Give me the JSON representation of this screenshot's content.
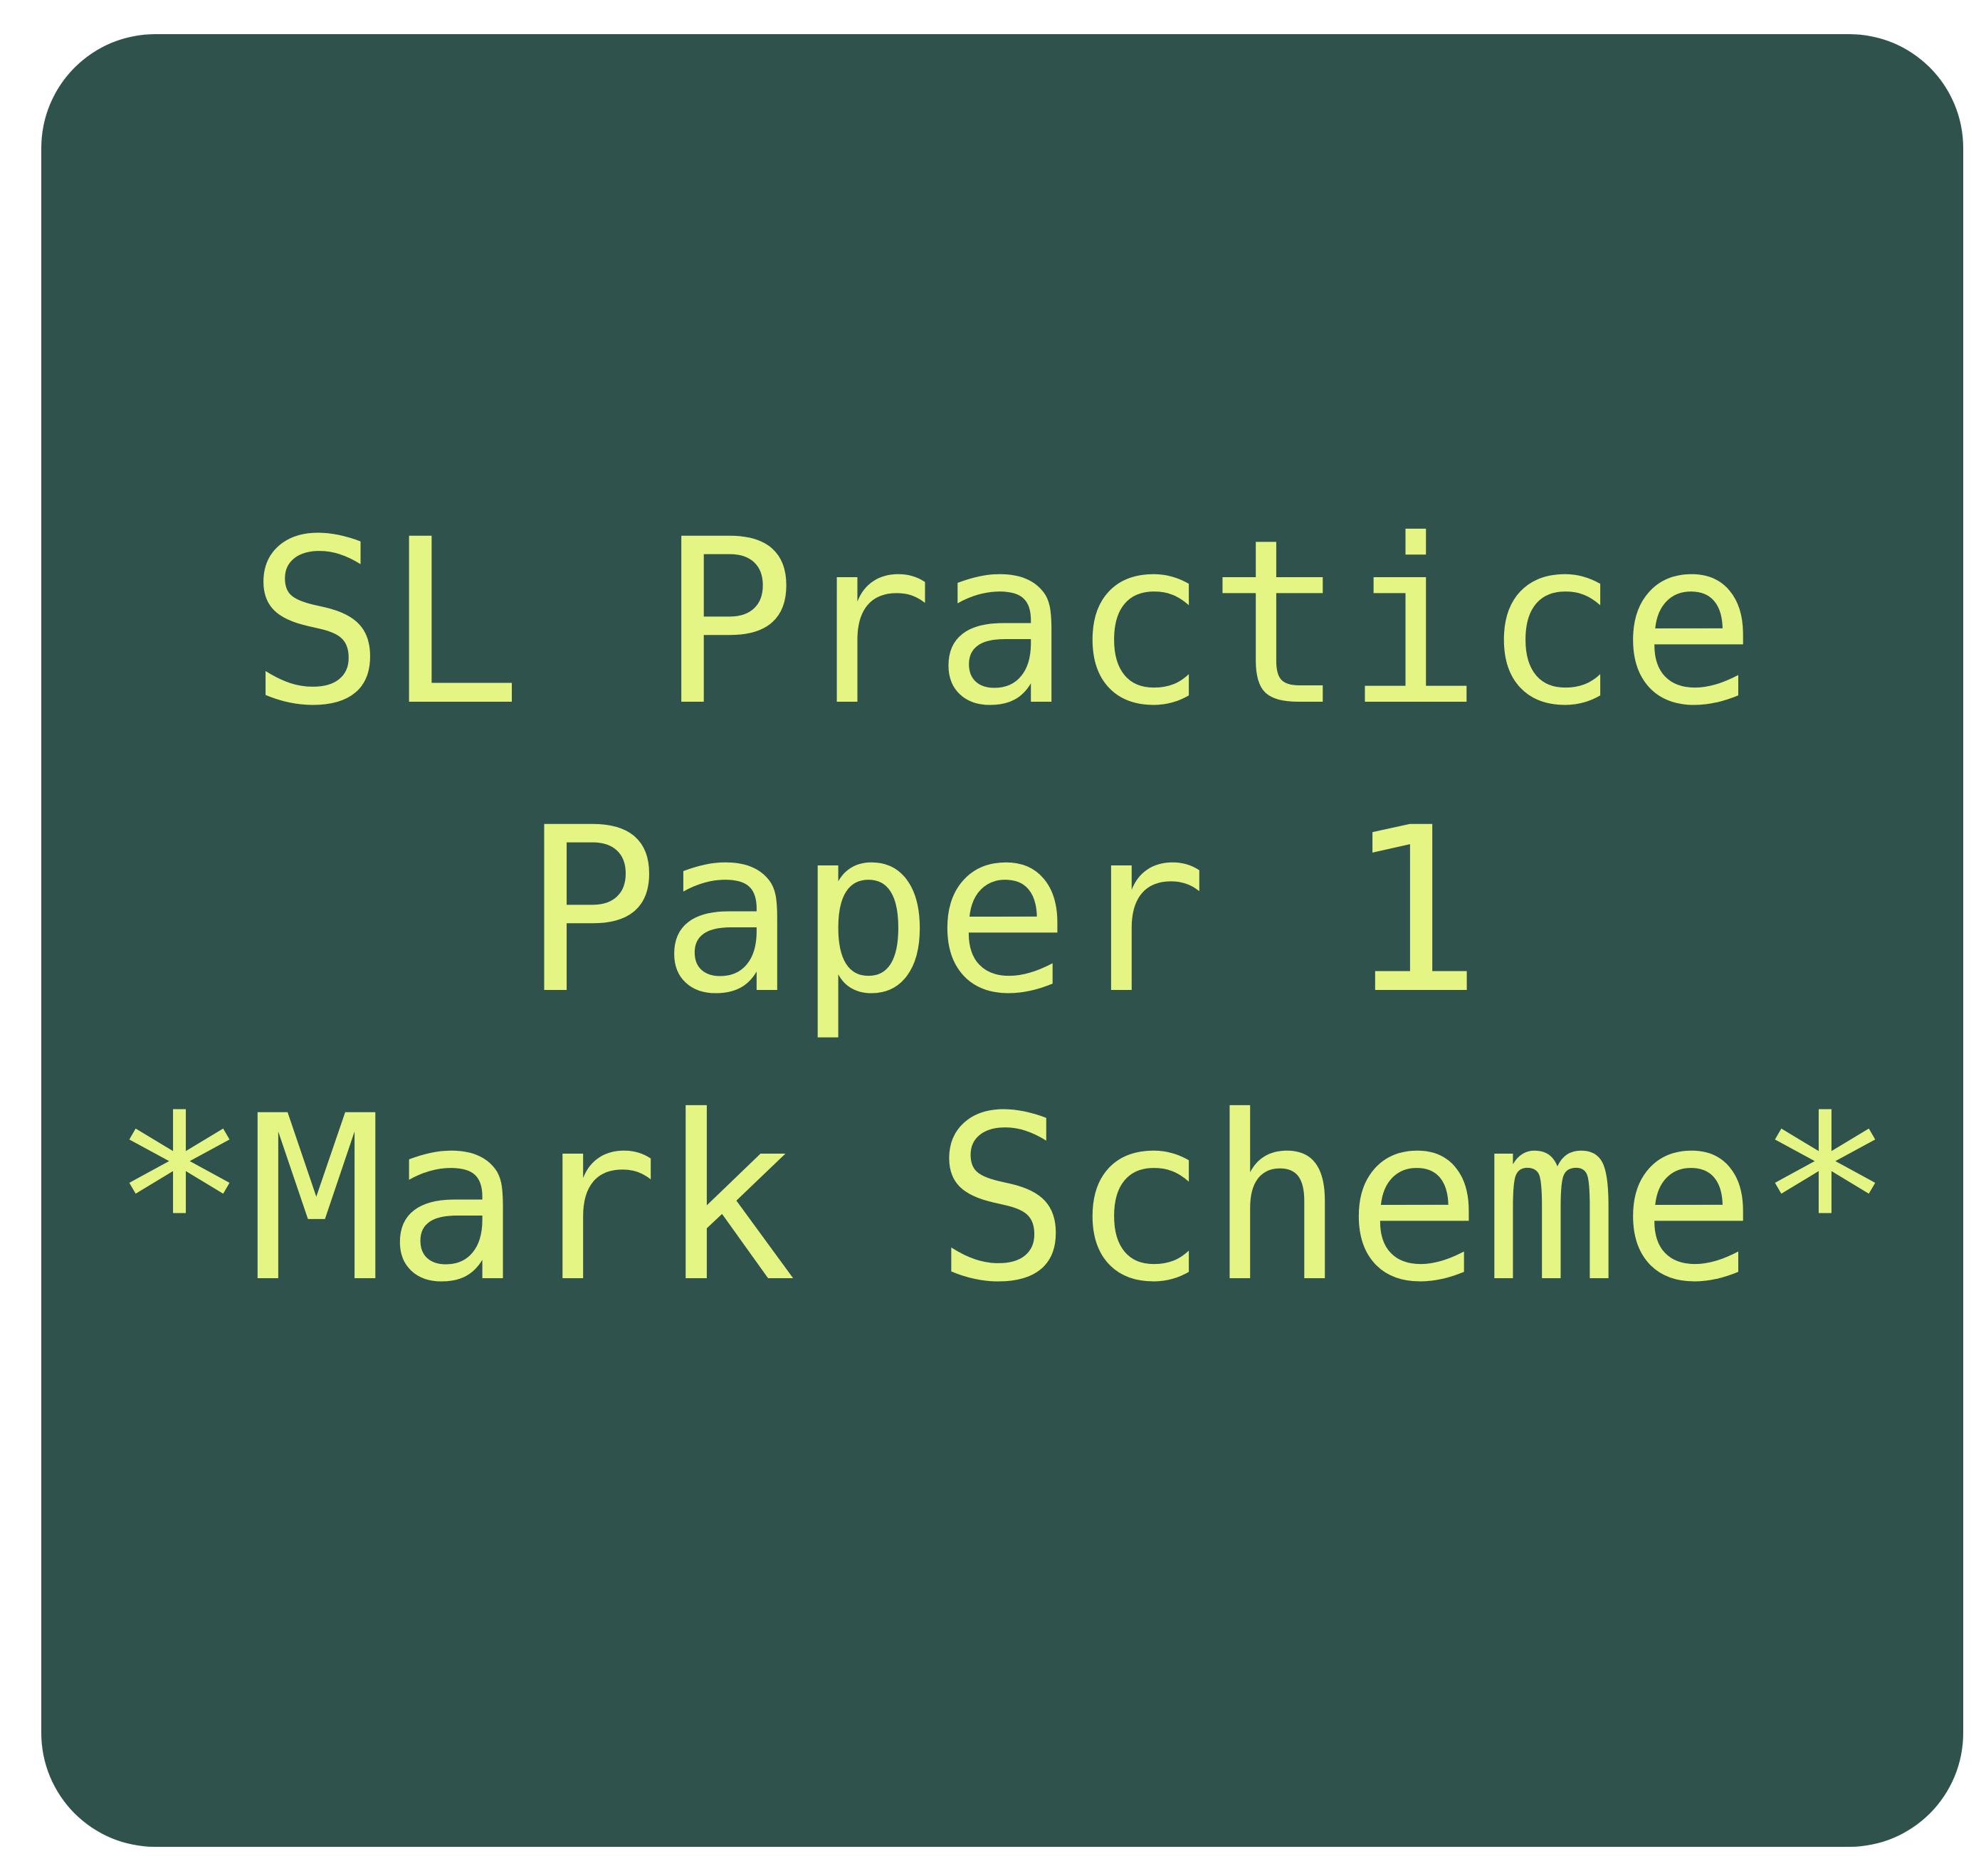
{
  "card": {
    "background_color": "#2f534c",
    "text_color": "#e4f584",
    "lines": [
      "SL Practice",
      "Paper 1",
      "*Mark Scheme*"
    ]
  }
}
